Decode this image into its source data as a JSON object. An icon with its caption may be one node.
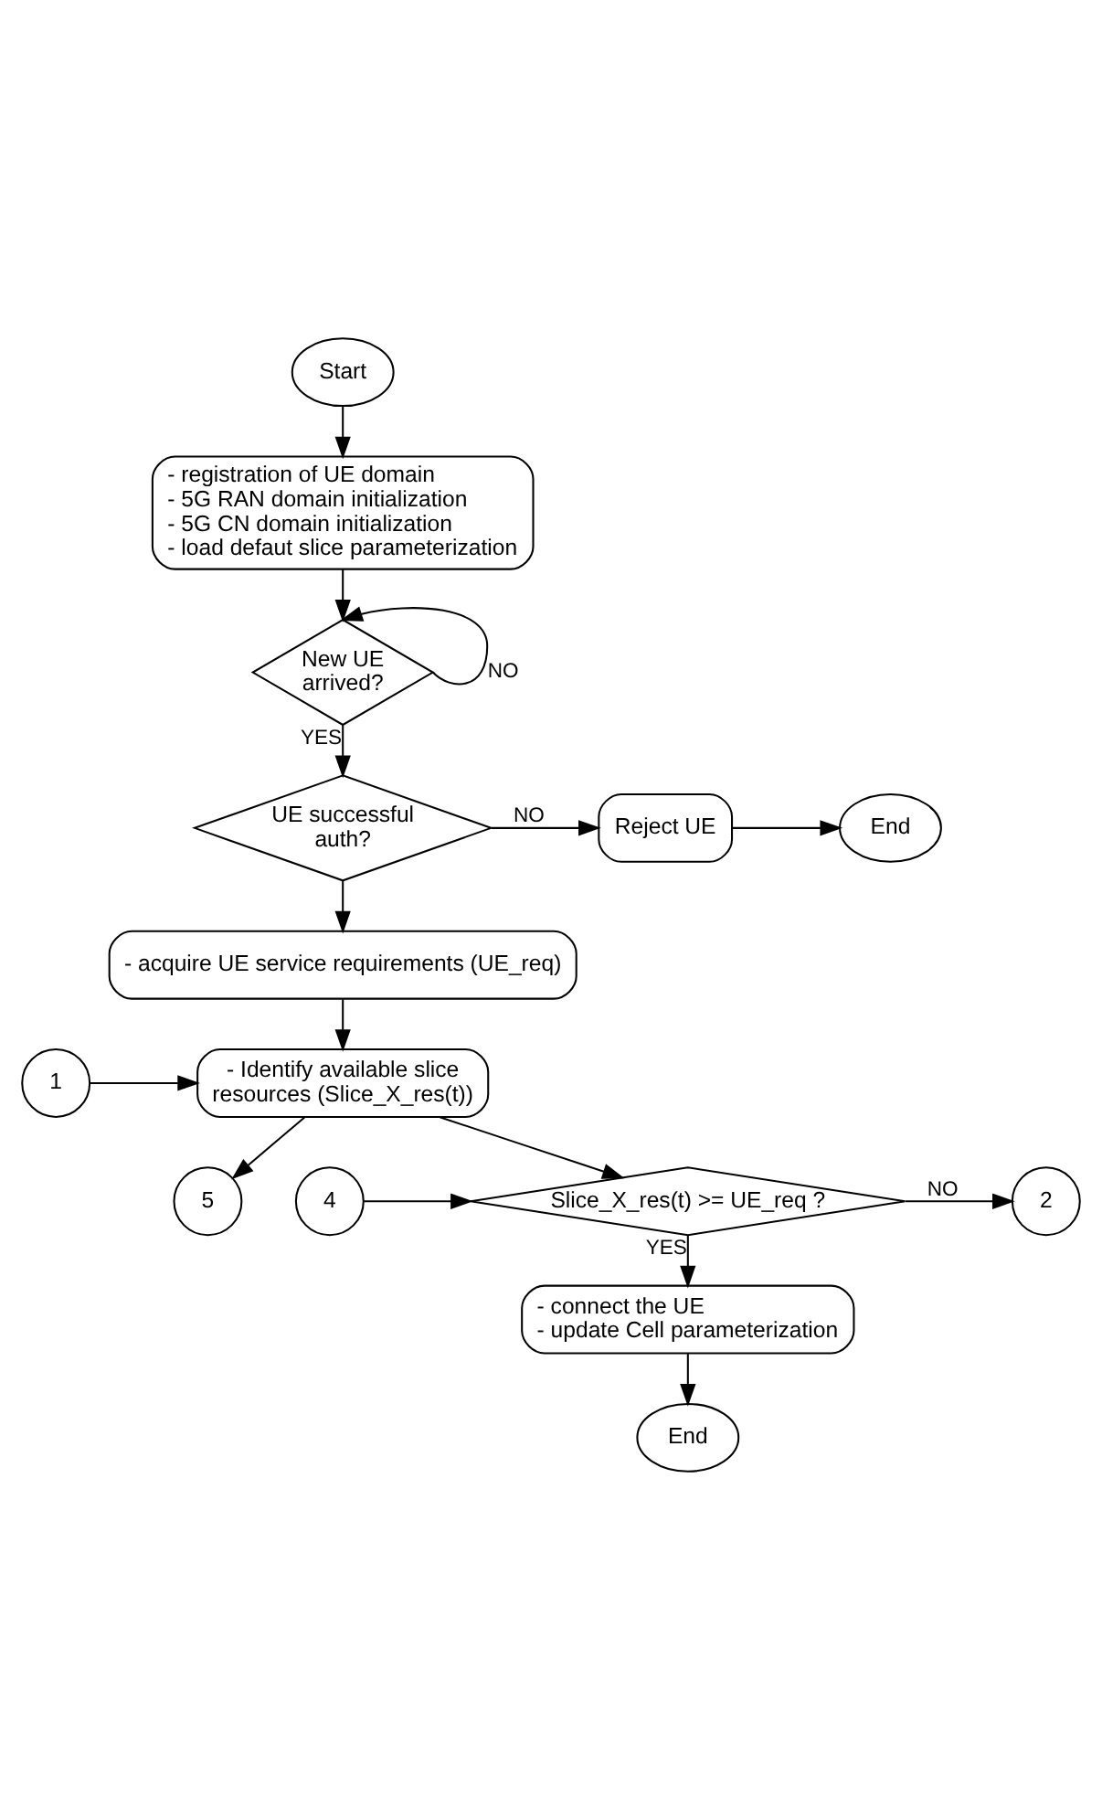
{
  "diagram": {
    "nodes": [
      {
        "text": [
          "Start"
        ]
      },
      {
        "text": [
          "- registration of UE domain",
          "- 5G RAN domain initialization",
          "- 5G CN domain initialization",
          "- load defaut slice parameterization"
        ]
      },
      {
        "text": [
          "New UE arrived?"
        ]
      },
      {
        "text": [
          "UE successful auth?"
        ]
      },
      {
        "text": [
          "Reject UE"
        ]
      },
      {
        "text": [
          "End"
        ]
      },
      {
        "text": [
          "- acquire UE service requirements (UE_req)"
        ]
      },
      {
        "text": [
          "1"
        ]
      },
      {
        "text": [
          "- Identify available slice resources (Slice_X_res(t))"
        ]
      },
      {
        "text": [
          "5"
        ]
      },
      {
        "text": [
          "4"
        ]
      },
      {
        "text": [
          "Slice_X_res(t) >= UE_req ?"
        ]
      },
      {
        "text": [
          "2"
        ]
      },
      {
        "text": [
          "- connect the UE",
          "- update Cell parameterization"
        ]
      },
      {
        "text": [
          "End"
        ]
      }
    ],
    "edges": [
      {
        "from": 0,
        "to": 1,
        "arrow": "to"
      },
      {
        "from": 1,
        "to": 2,
        "arrow": "to"
      },
      {
        "from": 2,
        "to": 2,
        "arrow": "to",
        "label": "NO"
      },
      {
        "from": 2,
        "to": 3,
        "arrow": "to",
        "label": "YES"
      },
      {
        "from": 3,
        "to": 4,
        "arrow": "to",
        "label": "NO"
      },
      {
        "from": 4,
        "to": 5,
        "arrow": "to"
      },
      {
        "from": 3,
        "to": 6,
        "arrow": "to"
      },
      {
        "from": 7,
        "to": 8,
        "arrow": "to"
      },
      {
        "from": 6,
        "to": 8,
        "arrow": "to"
      },
      {
        "from": 8,
        "to": 9,
        "arrow": "to"
      },
      {
        "from": 8,
        "to": 11,
        "arrow": "to"
      },
      {
        "from": 10,
        "to": 11,
        "arrow": "to"
      },
      {
        "from": 11,
        "to": 12,
        "arrow": "to",
        "label": "NO"
      },
      {
        "from": 11,
        "to": 13,
        "arrow": "to",
        "label": "YES"
      },
      {
        "from": 13,
        "to": 14,
        "arrow": "to"
      }
    ]
  }
}
